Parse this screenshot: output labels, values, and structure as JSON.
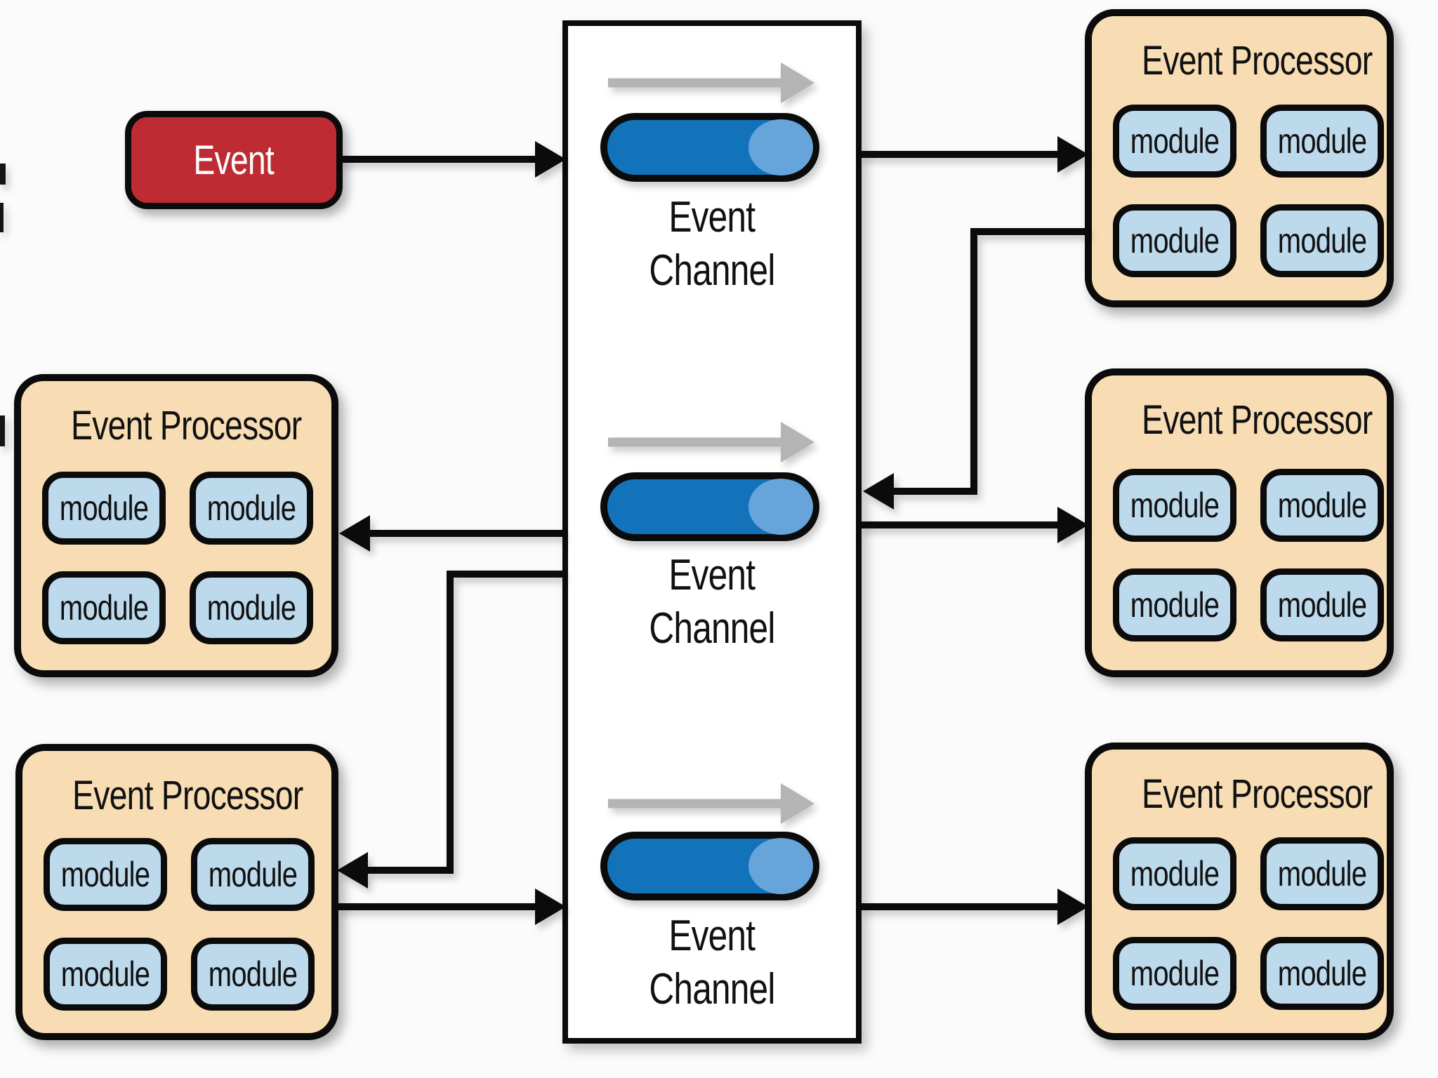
{
  "diagram": {
    "source": {
      "label": "Event"
    },
    "channel_container": {
      "channels": [
        {
          "label_line1": "Event",
          "label_line2": "Channel"
        },
        {
          "label_line1": "Event",
          "label_line2": "Channel"
        },
        {
          "label_line1": "Event",
          "label_line2": "Channel"
        }
      ]
    },
    "processors": [
      {
        "id": "top-right",
        "title": "Event Processor",
        "modules": [
          "module",
          "module",
          "module",
          "module"
        ]
      },
      {
        "id": "mid-right",
        "title": "Event Processor",
        "modules": [
          "module",
          "module",
          "module",
          "module"
        ]
      },
      {
        "id": "bottom-right",
        "title": "Event Processor",
        "modules": [
          "module",
          "module",
          "module",
          "module"
        ]
      },
      {
        "id": "mid-left",
        "title": "Event Processor",
        "modules": [
          "module",
          "module",
          "module",
          "module"
        ]
      },
      {
        "id": "bottom-left",
        "title": "Event Processor",
        "modules": [
          "module",
          "module",
          "module",
          "module"
        ]
      }
    ],
    "colors": {
      "event_fill": "#BE2B32",
      "processor_fill": "#F8DDB4",
      "module_fill": "#BDD9EC",
      "cylinder_fill": "#1273BA",
      "cylinder_cap_fill": "#66A4DA",
      "flow_arrow_gray": "#B4B4B4",
      "connector_black": "#0B0B0B"
    }
  }
}
